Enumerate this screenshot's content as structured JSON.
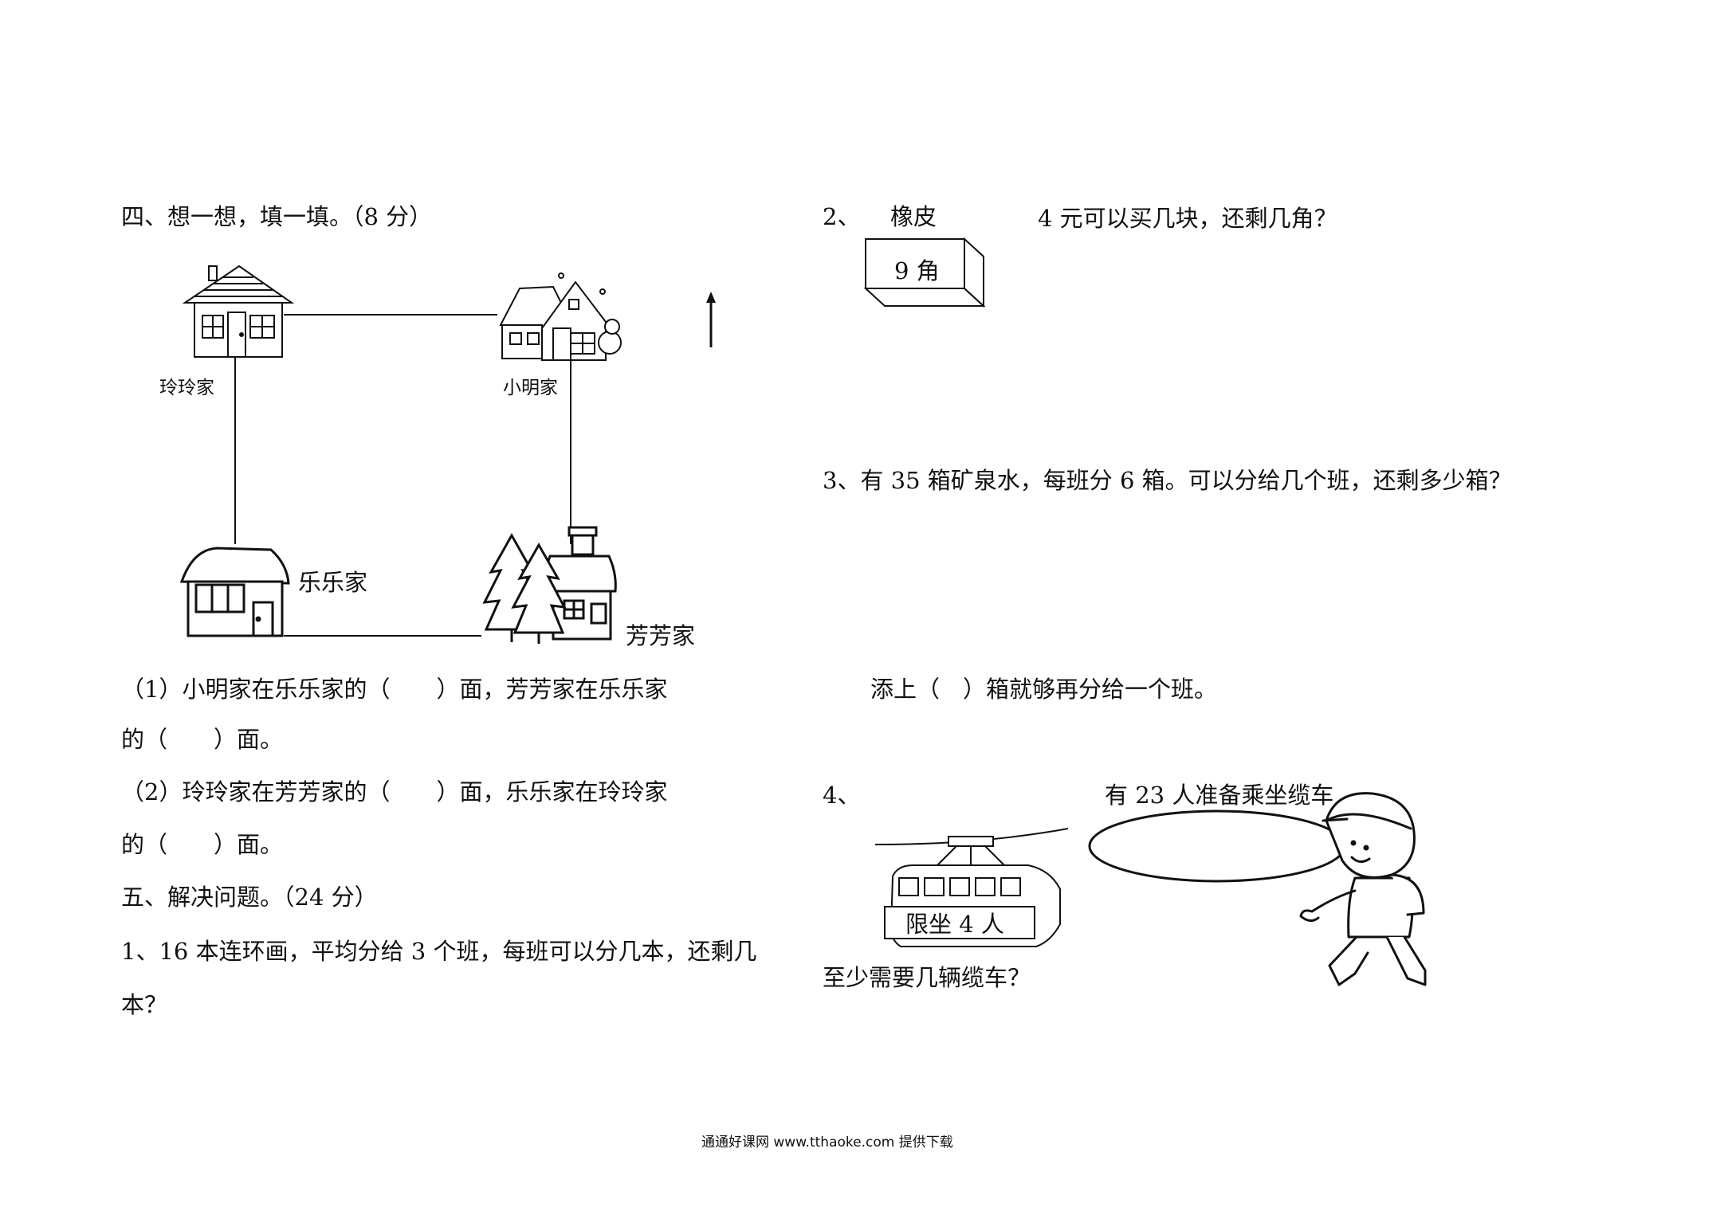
{
  "section4": {
    "title": "四、想一想，填一填。（8 分）",
    "labels": {
      "lingling": "玲玲家",
      "xiaoming": "小明家",
      "lele": "乐乐家",
      "fangfang": "芳芳家"
    },
    "icons": {
      "north_arrow": "arrow-up-icon",
      "houses": "house-icon",
      "trees": "pine-tree-icon"
    },
    "q1_line1": "（1）小明家在乐乐家的（　　）面，芳芳家在乐乐家",
    "q1_line2": "的（　　）面。",
    "q2_line1": "（2）玲玲家在芳芳家的（　　）面，乐乐家在玲玲家",
    "q2_line2": "的（　　）面。"
  },
  "section5": {
    "title": "五、解决问题。（24 分）",
    "p1_line1": "1、16 本连环画，平均分给 3 个班，每班可以分几本，还剩几",
    "p1_line2": "本？"
  },
  "right": {
    "p2_number": "2、",
    "p2_item": "橡皮",
    "p2_price": "9 角",
    "p2_question": "4 元可以买几块，还剩几角？",
    "p3_question": "3、有 35 箱矿泉水，每班分 6 箱。可以分给几个班，还剩多少箱？",
    "p3_fill": "添上（　）箱就够再分给一个班。",
    "p4_number": "4、",
    "p4_caption": "有 23 人准备乘坐缆车",
    "p4_sign": "限坐 4 人",
    "p4_question": "至少需要几辆缆车？"
  },
  "footer": {
    "text": "通通好课网  www.tthaoke.com  提供下载"
  }
}
